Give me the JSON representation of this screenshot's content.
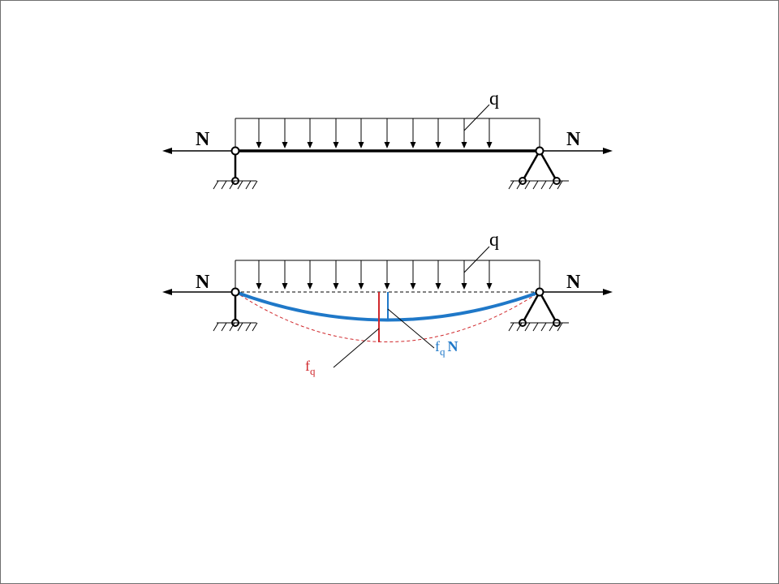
{
  "top_diagram": {
    "load_label": "q",
    "axial_left": "N",
    "axial_right": "N"
  },
  "bottom_diagram": {
    "load_label": "q",
    "axial_left": "N",
    "axial_right": "N",
    "deflection_q": {
      "base": "f",
      "sub": "q"
    },
    "deflection_qN": {
      "base": "f",
      "sub": "q",
      "suffix": "N"
    }
  },
  "colors": {
    "line": "#000000",
    "deflection_q": "#d0282c",
    "deflection_qN": "#1f78c8"
  }
}
